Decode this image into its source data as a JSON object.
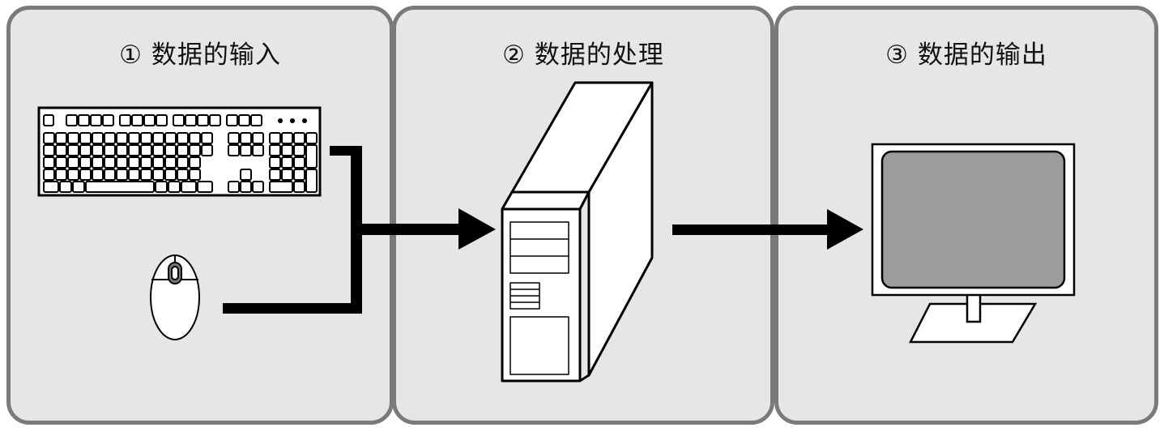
{
  "stages": [
    {
      "label": "① 数据的输入"
    },
    {
      "label": "② 数据的处理"
    },
    {
      "label": "③ 数据的输出"
    }
  ],
  "colors": {
    "panel_fill": "#e6e6e6",
    "panel_border": "#7a7a7a",
    "screen": "#9c9c9c",
    "ink": "#000000"
  },
  "icons": [
    "keyboard-icon",
    "mouse-icon",
    "computer-tower-icon",
    "monitor-icon"
  ]
}
